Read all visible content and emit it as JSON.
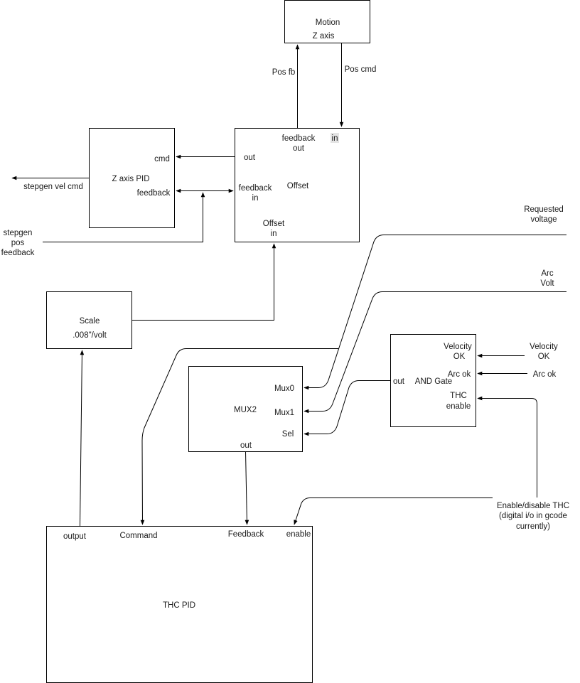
{
  "motion": {
    "title": "Motion",
    "sub": "Z axis"
  },
  "offset": {
    "title": "Offset",
    "feedback_out_1": "feedback",
    "feedback_out_2": "out",
    "in": "in",
    "out": "out",
    "feedback_in_1": "feedback",
    "feedback_in_2": "in",
    "offset_in_1": "Offset",
    "offset_in_2": "in"
  },
  "zpid": {
    "title": "Z axis PID",
    "cmd": "cmd",
    "feedback": "feedback"
  },
  "labels": {
    "pos_fb": "Pos fb",
    "pos_cmd": "Pos cmd",
    "stepgen_vel_cmd": "stepgen vel cmd",
    "stepgen_pos_feedback_1": "stepgen",
    "stepgen_pos_feedback_2": "pos",
    "stepgen_pos_feedback_3": "feedback",
    "requested_voltage_1": "Requested",
    "requested_voltage_2": "voltage",
    "arc_volt_1": "Arc",
    "arc_volt_2": "Volt",
    "velocity_ok_1": "Velocity",
    "velocity_ok_2": "OK",
    "arc_ok": "Arc ok",
    "enable_thc_1": "Enable/disable THC",
    "enable_thc_2": "(digital i/o in gcode",
    "enable_thc_3": "currently)"
  },
  "scale": {
    "title": "Scale",
    "value": ".008\"/volt"
  },
  "mux": {
    "title": "MUX2",
    "mux0": "Mux0",
    "mux1": "Mux1",
    "sel": "Sel",
    "out": "out"
  },
  "andgate": {
    "title": "AND Gate",
    "out": "out",
    "velocity_ok_1": "Velocity",
    "velocity_ok_2": "OK",
    "arc_ok": "Arc ok",
    "thc_enable_1": "THC",
    "thc_enable_2": "enable"
  },
  "thcpid": {
    "title": "THC PID",
    "output": "output",
    "command": "Command",
    "feedback": "Feedback",
    "enable": "enable"
  }
}
